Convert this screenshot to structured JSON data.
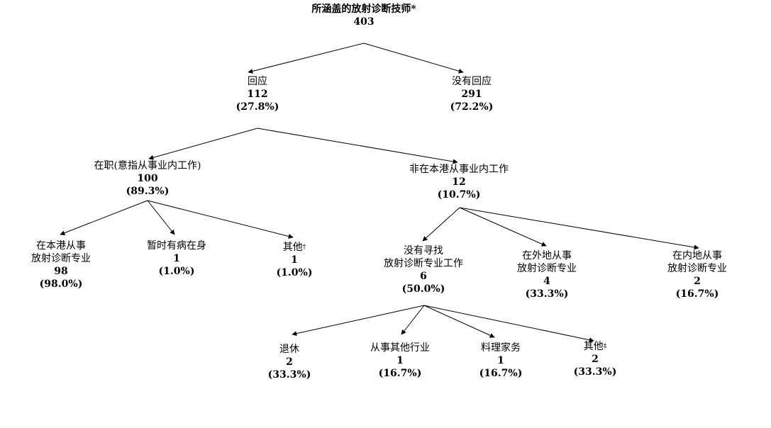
{
  "tree": {
    "root": {
      "label": "所涵盖的放射诊断技师",
      "mark": "*",
      "count": "403"
    },
    "responded": {
      "label": "回应",
      "count": "112",
      "percent": "(27.8%)"
    },
    "no_response": {
      "label": "没有回应",
      "count": "291",
      "percent": "(72.2%)"
    },
    "employed": {
      "label": "在职(意指从事业内工作)",
      "count": "100",
      "percent": "(89.3%)"
    },
    "not_employed_local": {
      "label": "非在本港从事业内工作",
      "count": "12",
      "percent": "(10.7%)"
    },
    "local_practice": {
      "line1": "在本港从事",
      "line2": "放射诊断专业",
      "count": "98",
      "percent": "(98.0%)"
    },
    "sick_leave": {
      "label": "暂时有病在身",
      "count": "1",
      "percent": "(1.0%)"
    },
    "others_1": {
      "label": "其他",
      "mark": "†",
      "count": "1",
      "percent": "(1.0%)"
    },
    "not_seeking": {
      "line1": "没有寻找",
      "line2": "放射诊断专业工作",
      "count": "6",
      "percent": "(50.0%)"
    },
    "overseas": {
      "line1": "在外地从事",
      "line2": "放射诊断专业",
      "count": "4",
      "percent": "(33.3%)"
    },
    "mainland": {
      "line1": "在内地从事",
      "line2": "放射诊断专业",
      "count": "2",
      "percent": "(16.7%)"
    },
    "retired": {
      "label": "退休",
      "count": "2",
      "percent": "(33.3%)"
    },
    "other_industry": {
      "label": "从事其他行业",
      "count": "1",
      "percent": "(16.7%)"
    },
    "housework": {
      "label": "料理家务",
      "count": "1",
      "percent": "(16.7%)"
    },
    "others_2": {
      "label": "其他",
      "mark": "‡",
      "count": "2",
      "percent": "(33.3%)"
    }
  }
}
